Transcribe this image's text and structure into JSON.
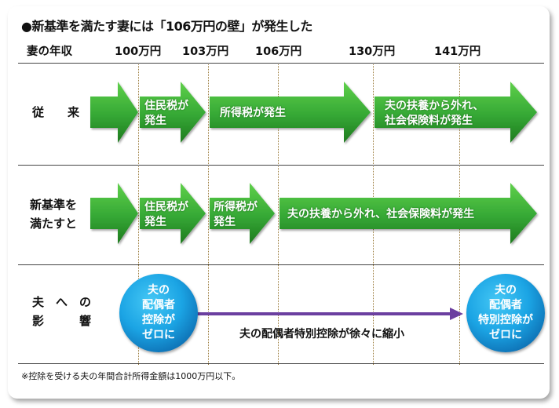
{
  "title": "●新基準を満たす妻には「106万円の壁」が発生した",
  "headers": {
    "income": "妻の年収",
    "t100": "100万円",
    "t103": "103万円",
    "t106": "106万円",
    "t130": "130万円",
    "t141": "141万円"
  },
  "rows": {
    "previous": {
      "label": "従　　来",
      "a1": "住民税が\n発生",
      "a2": "所得税が発生",
      "a3": "夫の扶養から外れ、\n社会保険料が発生"
    },
    "new_standard": {
      "label": "新基準を\n満たすと",
      "a1": "住民税が\n発生",
      "a2": "所得税が\n発生",
      "a3": "夫の扶養から外れ、社会保険料が発生"
    },
    "husband": {
      "label": "夫　へ　の\n影　　　響",
      "circle_left": "夫の\n配偶者\n控除が\nゼロに",
      "circle_right": "夫の\n配偶者\n特別控除が\nゼロに",
      "effect": "夫の配偶者特別控除が徐々に縮小"
    }
  },
  "footnote": "※控除を受ける夫の年間合計所得金額は1000万円以下。",
  "colors": {
    "arrow_green": "#39b039",
    "arrow_green_dark": "#1f7a1f",
    "circle_blue": "#1ba4e4",
    "effect_arrow": "#6b3fa0",
    "guide_line": "#9a7a3a"
  }
}
